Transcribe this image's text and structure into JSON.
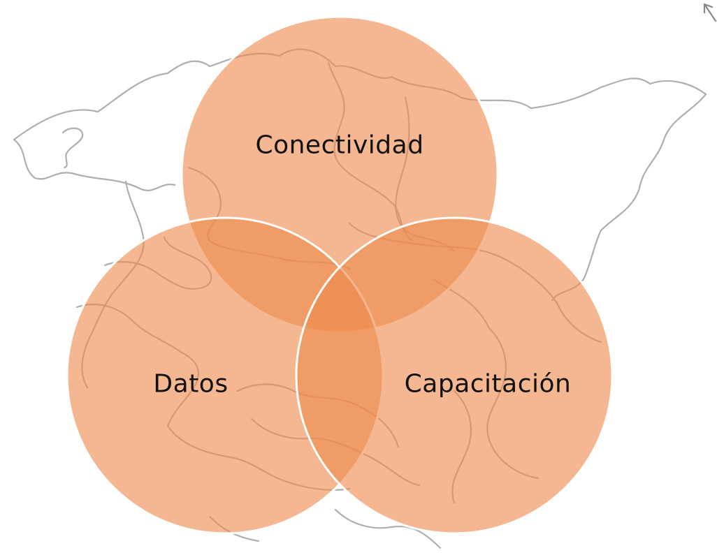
{
  "venn": {
    "circles": [
      {
        "id": "top",
        "label": "Conectividad"
      },
      {
        "id": "left",
        "label": "Datos"
      },
      {
        "id": "right",
        "label": "Capacitación"
      }
    ],
    "fill_color": "#ee8a4e",
    "stroke_color": "#ffffff"
  },
  "background": {
    "description_icon": "map-borders-background",
    "line_color": "#6d6d6d"
  }
}
